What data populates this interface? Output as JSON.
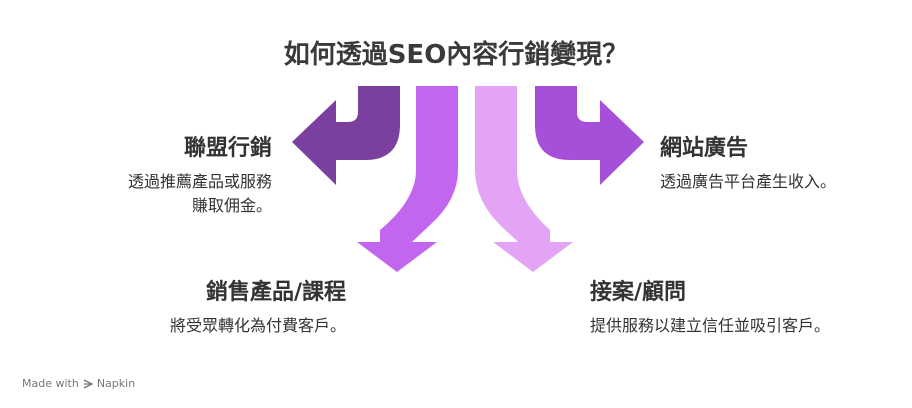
{
  "title": "如何透過SEO內容行銷變現？",
  "items": [
    {
      "heading": "聯盟行銷",
      "description_lines": [
        "透過推薦產品或服務",
        "賺取佣金。"
      ],
      "color": "#7B3FA0"
    },
    {
      "heading": "網站廣告",
      "description_lines": [
        "透過廣告平台產生收入。"
      ],
      "color": "#A64FD8"
    },
    {
      "heading": "銷售產品/課程",
      "description_lines": [
        "將受眾轉化為付費客戶。"
      ],
      "color": "#C266F0"
    },
    {
      "heading": "接案/顧問",
      "description_lines": [
        "提供服務以建立信任並吸引客戶。"
      ],
      "color": "#E3A4F5"
    }
  ],
  "footer": {
    "prefix": "Made with",
    "brand": "Napkin",
    "icon": "napkin-logo-icon"
  }
}
